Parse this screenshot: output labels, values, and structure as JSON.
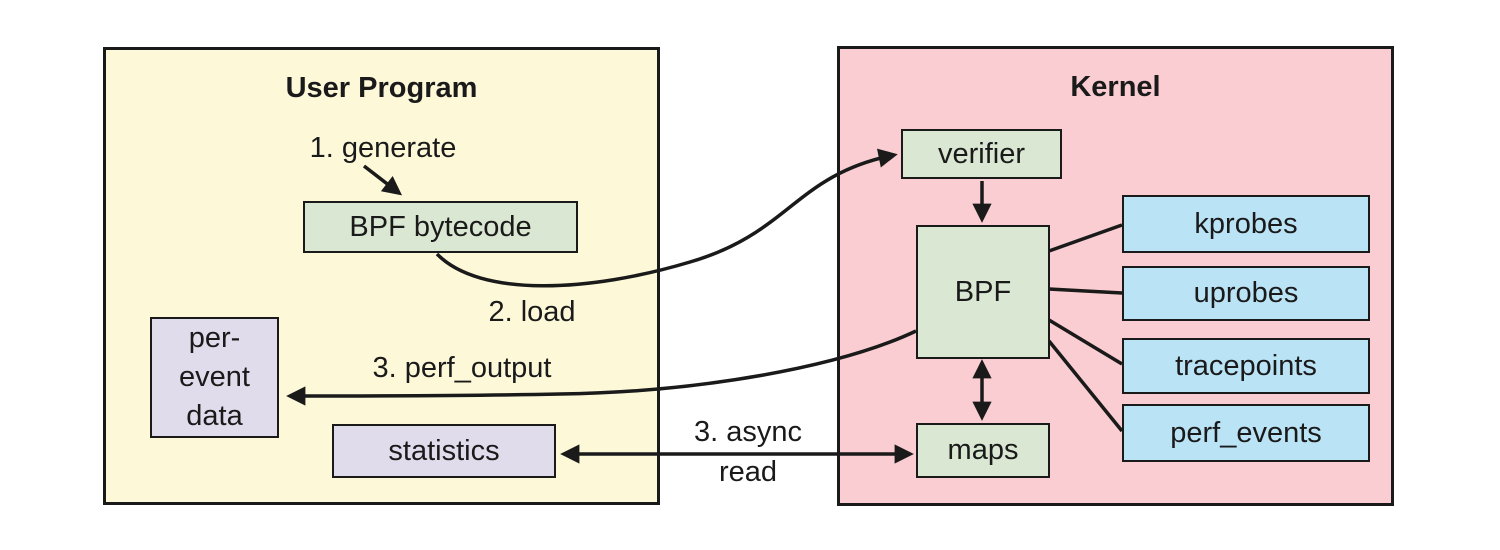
{
  "user_program": {
    "title": "User Program",
    "bpf_bytecode": "BPF bytecode",
    "per_event_data": {
      "line1": "per-",
      "line2": "event",
      "line3": "data"
    },
    "statistics": "statistics",
    "labels": {
      "generate": "1. generate",
      "load": "2. load",
      "perf_output": "3. perf_output",
      "async_line1": "3. async",
      "async_line2": "read"
    }
  },
  "kernel": {
    "title": "Kernel",
    "verifier": "verifier",
    "bpf": "BPF",
    "maps": "maps",
    "probes": [
      "kprobes",
      "uprobes",
      "tracepoints",
      "perf_events"
    ]
  },
  "colors": {
    "user_bg": "#FDF9D8",
    "kernel_bg": "#F9CDD1",
    "green_box": "#D9E7D3",
    "blue_box": "#BAE3F6",
    "purple_box": "#E1DCEC",
    "line": "#1A1A1A"
  }
}
